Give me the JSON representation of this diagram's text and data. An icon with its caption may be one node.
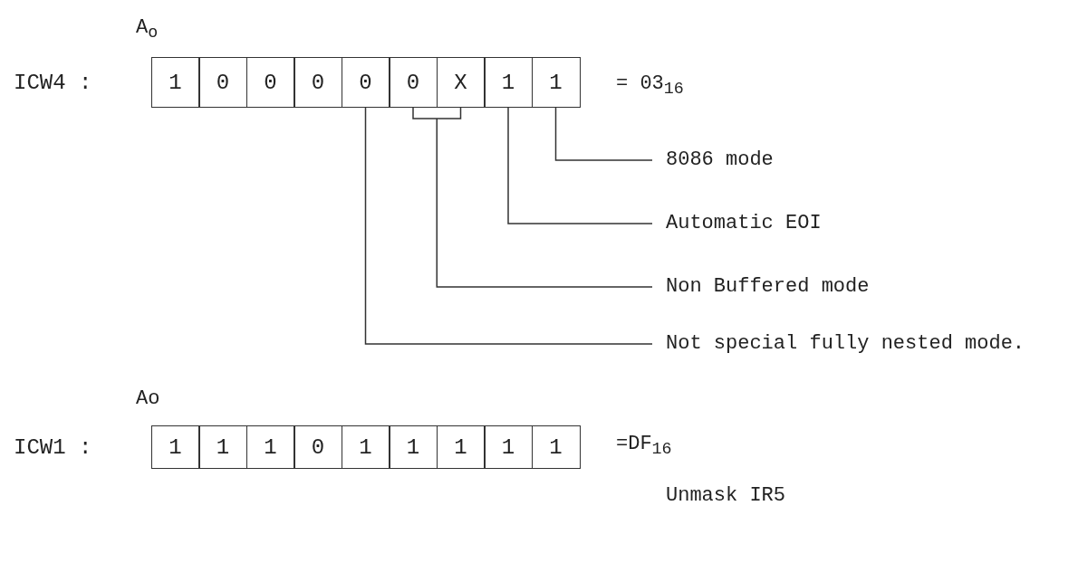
{
  "diagram": {
    "nodes": [
      {
        "text": [
          "ICW4 :"
        ]
      },
      {
        "text": [
          "1"
        ],
        "in": 0
      },
      {
        "text": [
          "0"
        ],
        "in": 0
      },
      {
        "text": [
          "0"
        ],
        "in": 0
      },
      {
        "text": [
          "0"
        ],
        "in": 0
      },
      {
        "text": [
          "0"
        ],
        "in": 0
      },
      {
        "text": [
          "0"
        ],
        "in": 0
      },
      {
        "text": [
          "X"
        ],
        "in": 0
      },
      {
        "text": [
          "1"
        ],
        "in": 0
      },
      {
        "text": [
          "1"
        ],
        "in": 0
      },
      {
        "text": [
          "8086 mode"
        ]
      },
      {
        "text": [
          "Automatic EOI"
        ]
      },
      {
        "text": [
          "Non Buffered mode"
        ]
      },
      {
        "text": [
          "Not special fully nested mode."
        ]
      },
      {
        "text": [
          "ICW1 :"
        ]
      },
      {
        "text": [
          "1"
        ],
        "in": 14
      },
      {
        "text": [
          "1"
        ],
        "in": 14
      },
      {
        "text": [
          "1"
        ],
        "in": 14
      },
      {
        "text": [
          "0"
        ],
        "in": 14
      },
      {
        "text": [
          "1"
        ],
        "in": 14
      },
      {
        "text": [
          "1"
        ],
        "in": 14
      },
      {
        "text": [
          "1"
        ],
        "in": 14
      },
      {
        "text": [
          "1"
        ],
        "in": 14
      },
      {
        "text": [
          "1"
        ],
        "in": 14
      }
    ],
    "edges": [
      {
        "from": 10,
        "to": 9,
        "arrow": "none"
      },
      {
        "from": 11,
        "to": 8,
        "arrow": "none"
      },
      {
        "from": 12,
        "to": 6,
        "arrow": "none"
      },
      {
        "from": 12,
        "to": 7,
        "arrow": "none"
      },
      {
        "from": 13,
        "to": 5,
        "arrow": "none"
      }
    ],
    "labels": [
      "A$_{o}$",
      "= 03$_{16}$",
      "Ao",
      "=DF$_{16}$",
      "Unmask IR5"
    ]
  }
}
